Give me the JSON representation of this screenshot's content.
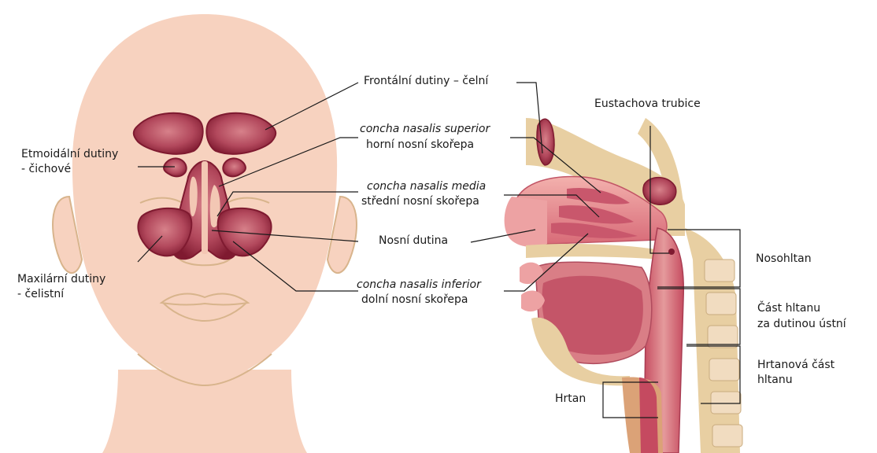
{
  "labels": {
    "frontal": "Frontální dutiny – čelní",
    "ethmoid_1": "Etmoidální dutiny",
    "ethmoid_2": "- čichové",
    "maxillary_1": "Maxilární dutiny",
    "maxillary_2": "- čelistní",
    "superior_latin": "concha nasalis superior",
    "superior_cz": "horní nosní skořepa",
    "media_latin": "concha nasalis media",
    "media_cz": "střední nosní skořepa",
    "nasal_cavity": "Nosní dutina",
    "inferior_latin": "concha nasalis inferior",
    "inferior_cz": "dolní nosní skořepa",
    "eustachian": "Eustachova trubice",
    "nasopharynx": "Nosohltan",
    "oropharynx_1": "Část hltanu",
    "oropharynx_2": "za dutinou ústní",
    "laryngopharynx_1": "Hrtanová část",
    "laryngopharynx_2": "hltanu",
    "larynx": "Hrtan"
  },
  "colors": {
    "skin": "#f7d2bf",
    "skin_outline": "#d8b48c",
    "sinus_dark": "#8a1f34",
    "sinus_light": "#c5656f",
    "tissue_pink": "#e0828a",
    "bone": "#e8cfa2",
    "line": "#1a1a1a"
  }
}
